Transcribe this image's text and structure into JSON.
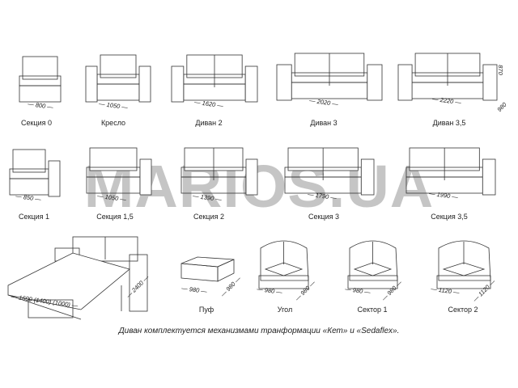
{
  "watermark": "MARIOS.UA",
  "caption": "Диван  комплектуется   механизмами  транформации «Кет» и «Sedaflex».",
  "height_dim": "870",
  "depth_dim": "980",
  "modules": [
    {
      "label": "Секция 0",
      "width": "800"
    },
    {
      "label": "Кресло",
      "width": "1050"
    },
    {
      "label": "Диван 2",
      "width": "1620"
    },
    {
      "label": "Диван 3",
      "width": "2020"
    },
    {
      "label": "Диван 3,5",
      "width": "2220"
    },
    {
      "label": "Секция 1",
      "width": "850"
    },
    {
      "label": "Секция 1,5",
      "width": "1050"
    },
    {
      "label": "Секция 2",
      "width": "1390"
    },
    {
      "label": "Секция 3",
      "width": "1790"
    },
    {
      "label": "Секция 3,5",
      "width": "1990"
    },
    {
      "label": "",
      "width": "1600 (1400) (1000)",
      "depth": "2400"
    },
    {
      "label": "Пуф",
      "width": "980",
      "depth": "980"
    },
    {
      "label": "Угол",
      "width": "980",
      "depth": "980"
    },
    {
      "label": "Сектор 1",
      "width": "980",
      "depth": "980"
    },
    {
      "label": "Сектор 2",
      "width": "1120",
      "depth": "1120"
    }
  ]
}
